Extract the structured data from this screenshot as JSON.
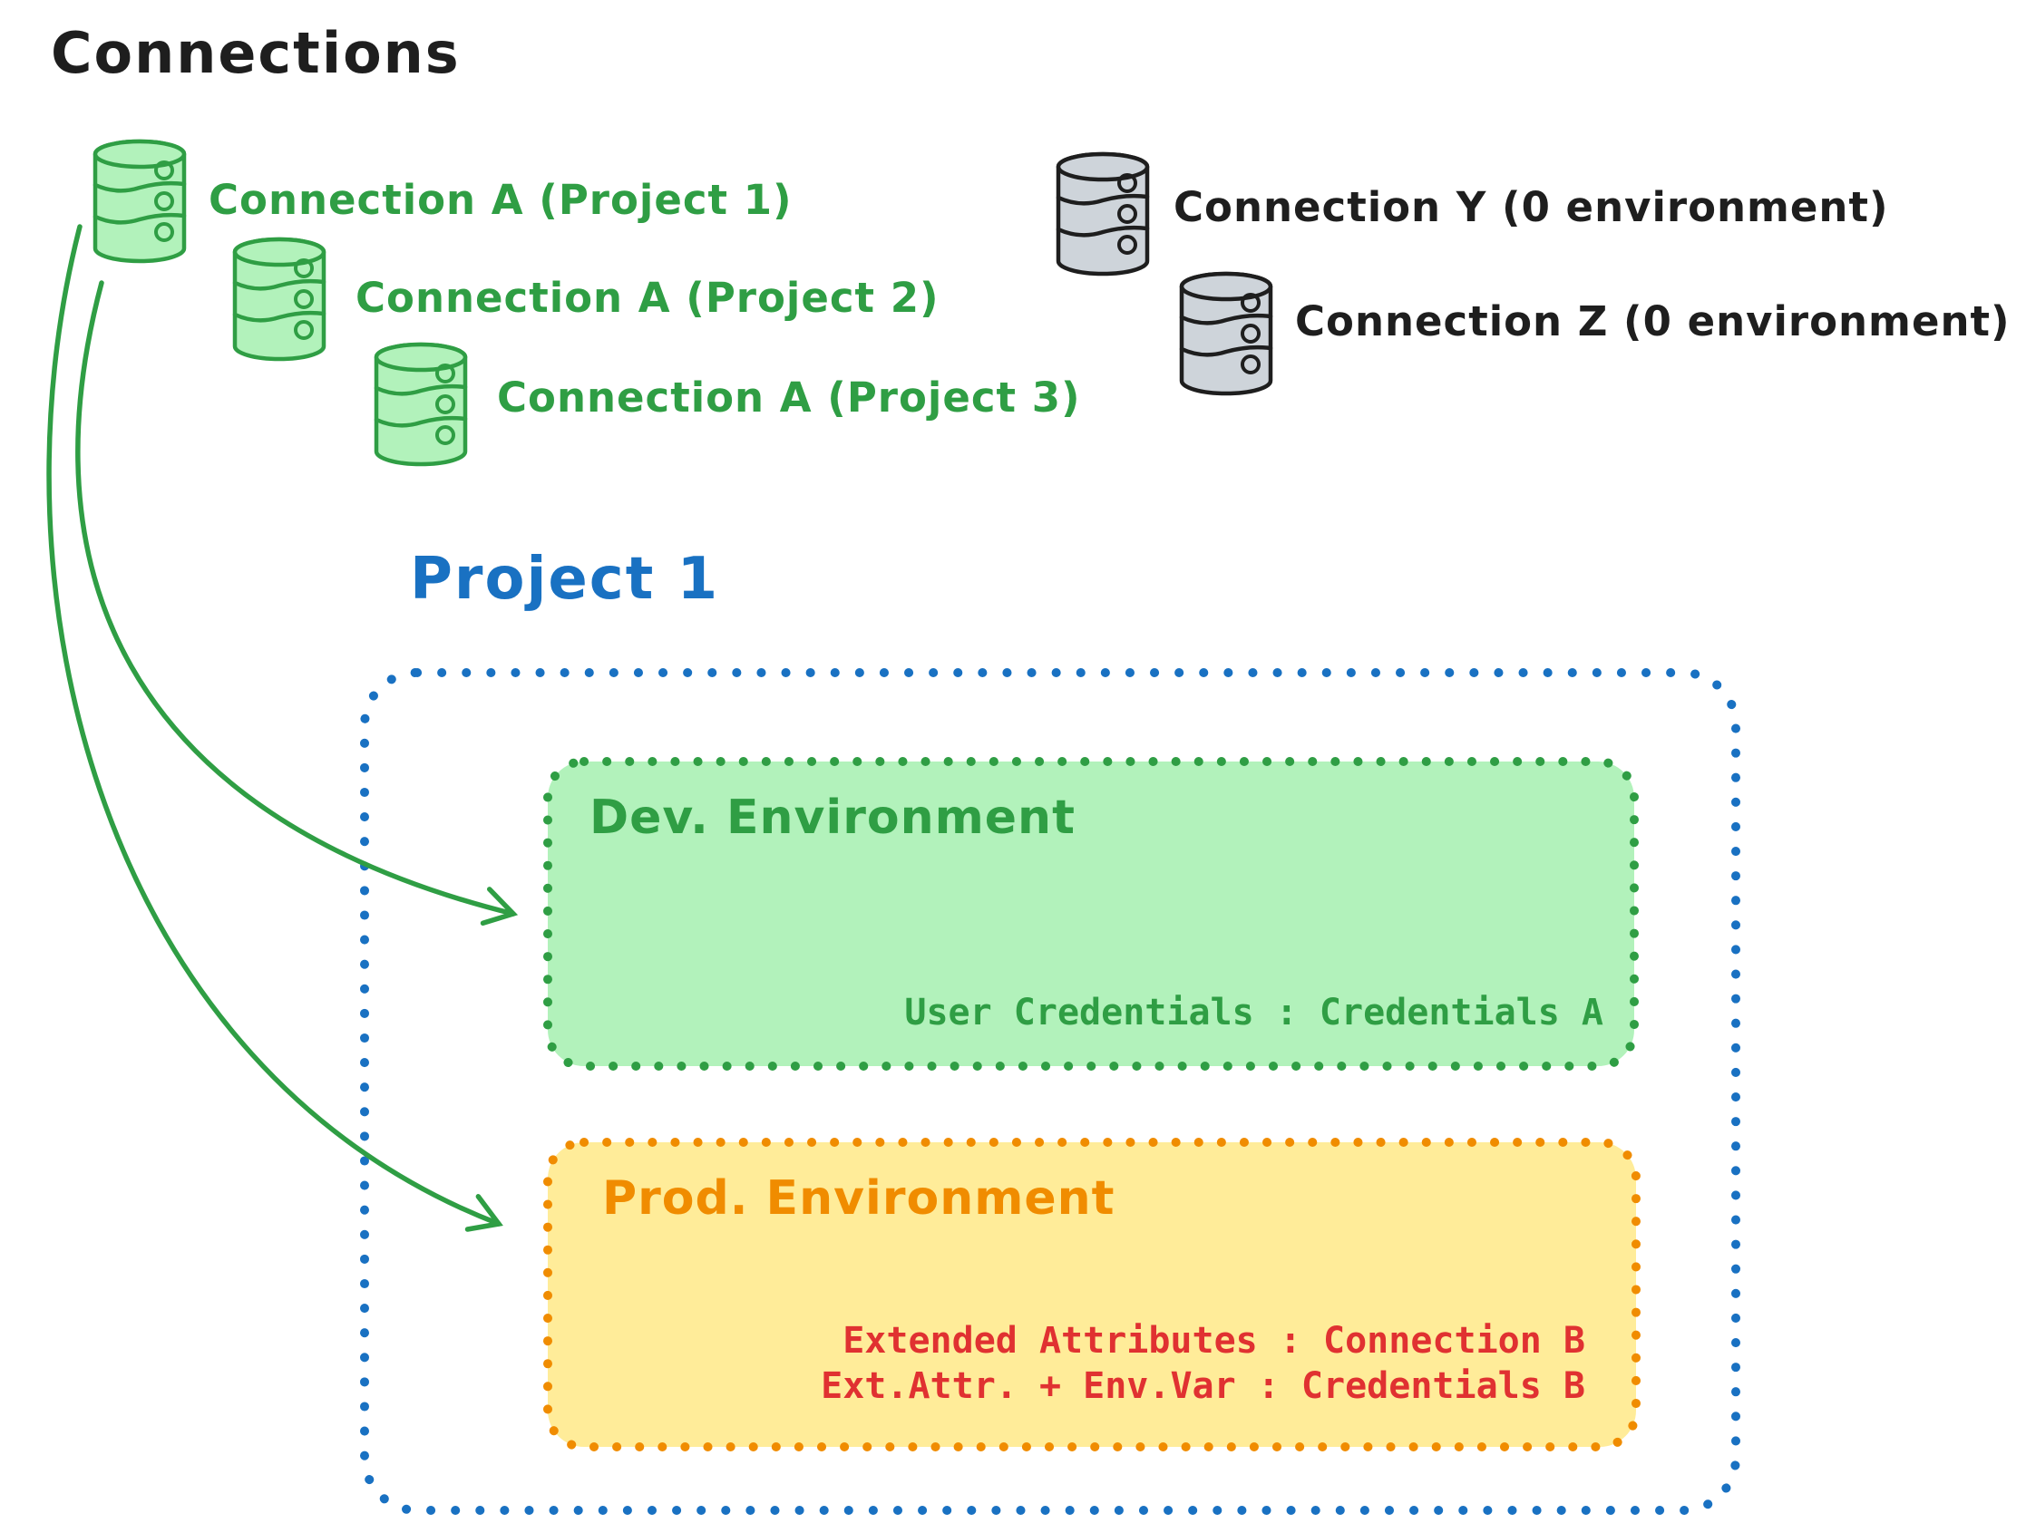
{
  "diagram_title": "Connections",
  "connections": [
    {
      "id": "connection-a-project-1",
      "label": "Connection A (Project 1)",
      "color": "green"
    },
    {
      "id": "connection-a-project-2",
      "label": "Connection A (Project 2)",
      "color": "green"
    },
    {
      "id": "connection-a-project-3",
      "label": "Connection A (Project 3)",
      "color": "green"
    },
    {
      "id": "connection-y",
      "label": "Connection Y (0 environment)",
      "color": "gray"
    },
    {
      "id": "connection-z",
      "label": "Connection Z (0 environment)",
      "color": "gray"
    }
  ],
  "project": {
    "title": "Project 1",
    "dev_environment": {
      "title": "Dev. Environment",
      "mapping": "User Credentials : Credentials A"
    },
    "prod_environment": {
      "title": "Prod. Environment",
      "mappings": [
        "Extended Attributes : Connection B",
        "Ext.Attr. + Env.Var : Credentials B"
      ]
    }
  },
  "colors": {
    "green_stroke": "#2f9e44",
    "green_fill": "#b2f2bb",
    "gray_fill": "#ced4da",
    "ink": "#1e1e1e",
    "blue": "#1971c2",
    "orange": "#f08c00",
    "yellow_fill": "#ffec99",
    "red": "#e03131"
  }
}
